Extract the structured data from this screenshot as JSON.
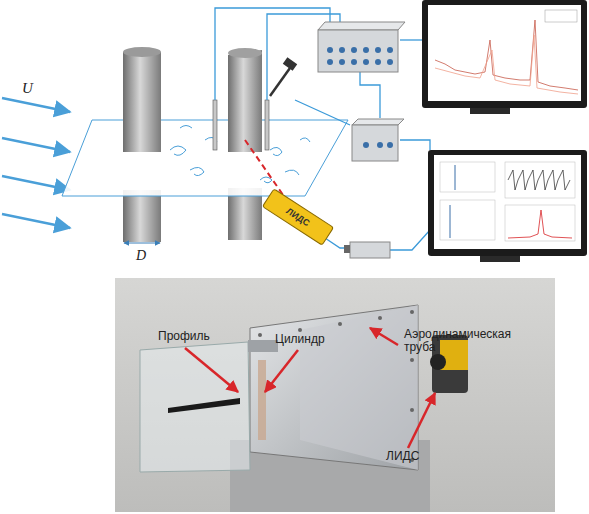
{
  "diagram": {
    "nodes": [
      {
        "text": [
          "ЛИДС"
        ]
      }
    ],
    "labels": [
      "U",
      "D",
      "Профиль",
      "Цилиндр",
      "Аэродинамическая труба",
      "ЛИДС"
    ]
  }
}
